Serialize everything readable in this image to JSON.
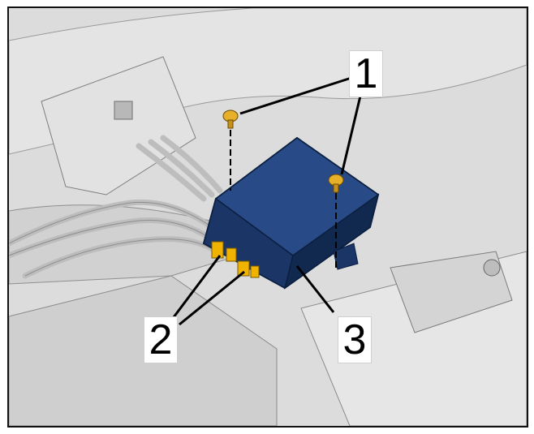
{
  "figure": {
    "callouts": [
      {
        "id": "1",
        "label": "1"
      },
      {
        "id": "2",
        "label": "2"
      },
      {
        "id": "3",
        "label": "3"
      }
    ]
  },
  "colors": {
    "background": "#d9d9d9",
    "module": "#1f3d73",
    "module_dark": "#12294f",
    "connector": "#f0b400",
    "screw": "#e7b02b",
    "line": "#000000",
    "frame_border": "#111111"
  }
}
